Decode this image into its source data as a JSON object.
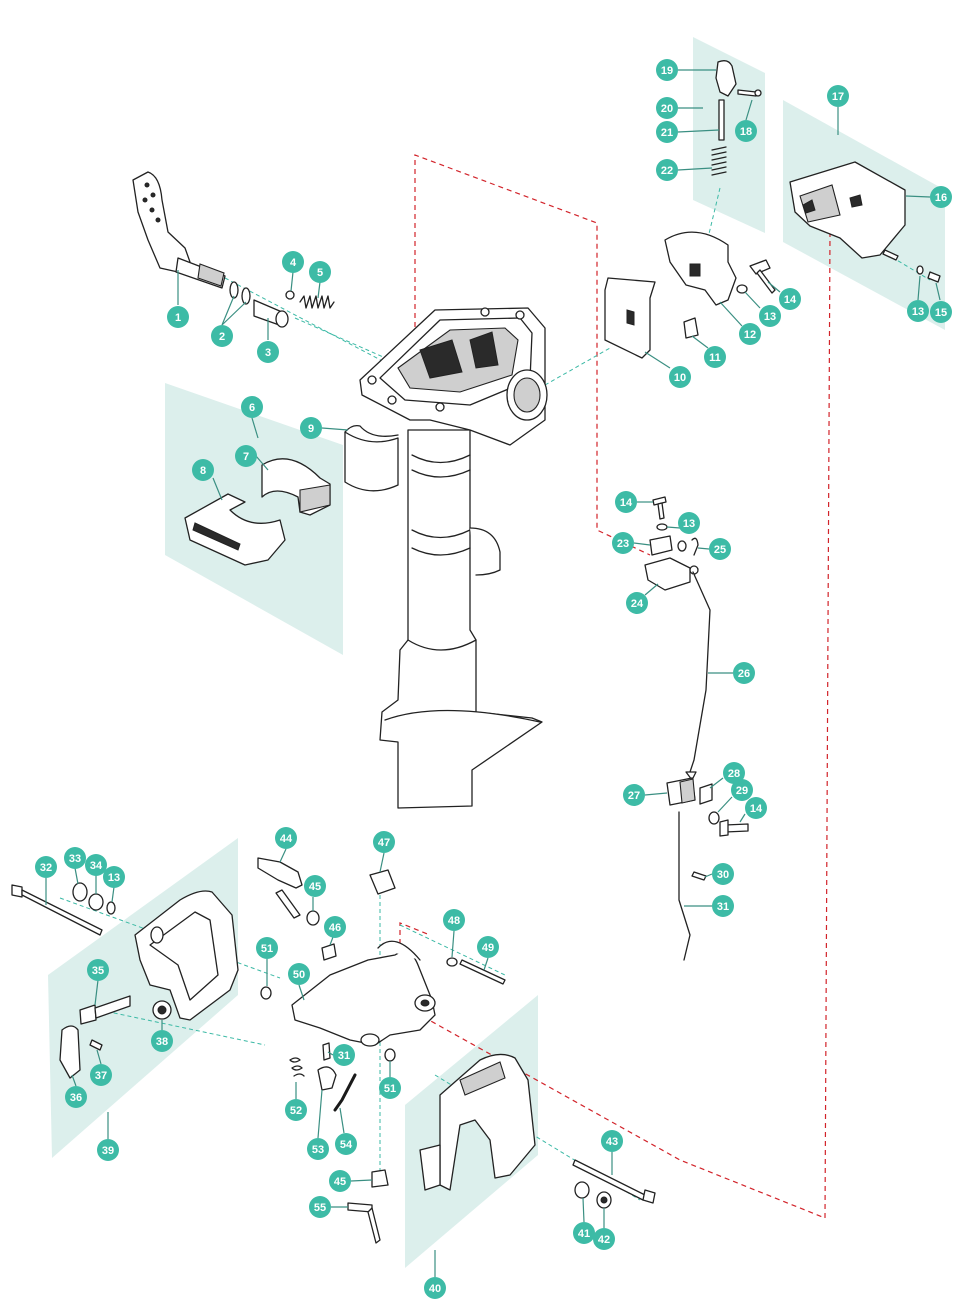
{
  "colors": {
    "callout_fill": "#3dbba6",
    "callout_text": "#ffffff",
    "panel_fill": "#dcefec",
    "leader": "#3a8f82",
    "red_dash": "#d2232a"
  },
  "callouts": {
    "c1": "1",
    "c2": "2",
    "c3": "3",
    "c4": "4",
    "c5": "5",
    "c6": "6",
    "c7": "7",
    "c8": "8",
    "c9": "9",
    "c10": "10",
    "c11": "11",
    "c12": "12",
    "c13a": "13",
    "c13b": "13",
    "c13c": "13",
    "c13d": "13",
    "c14a": "14",
    "c14b": "14",
    "c14c": "14",
    "c15": "15",
    "c16": "16",
    "c17": "17",
    "c18": "18",
    "c19": "19",
    "c20": "20",
    "c21": "21",
    "c22": "22",
    "c23": "23",
    "c24": "24",
    "c25": "25",
    "c26": "26",
    "c27": "27",
    "c28": "28",
    "c29": "29",
    "c30": "30",
    "c31a": "31",
    "c31b": "31",
    "c32": "32",
    "c33": "33",
    "c34": "34",
    "c35": "35",
    "c36": "36",
    "c37": "37",
    "c38": "38",
    "c39": "39",
    "c40": "40",
    "c41": "41",
    "c42": "42",
    "c43": "43",
    "c44": "44",
    "c45a": "45",
    "c45b": "45",
    "c46": "46",
    "c47": "47",
    "c48": "48",
    "c49": "49",
    "c50": "50",
    "c51a": "51",
    "c51b": "51",
    "c52": "52",
    "c53": "53",
    "c54": "54",
    "c55": "55"
  }
}
